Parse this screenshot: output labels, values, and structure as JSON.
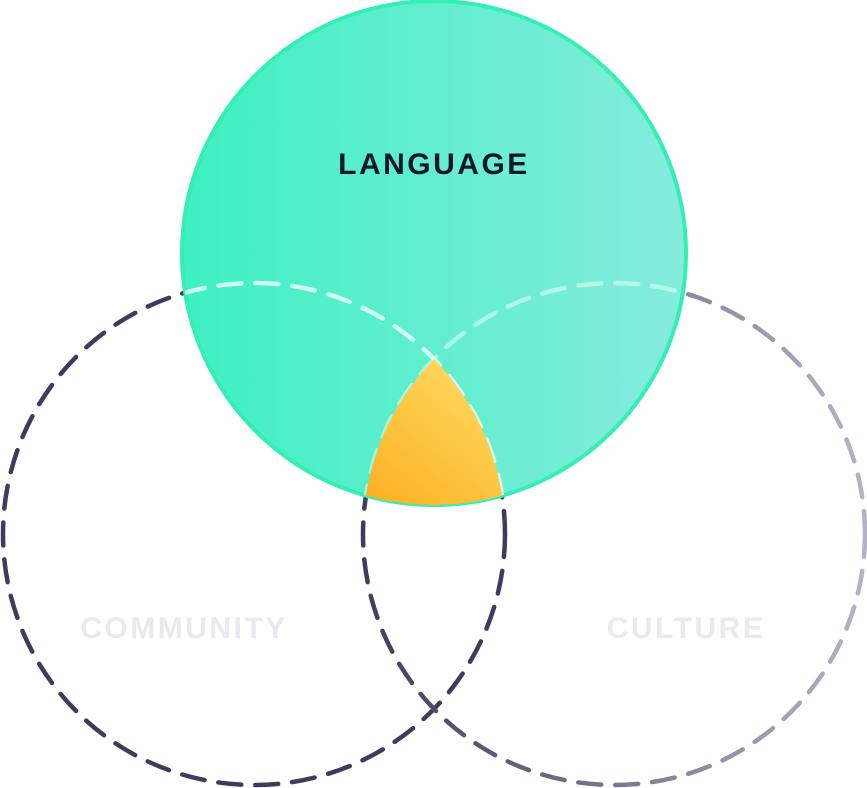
{
  "diagram": {
    "type": "venn",
    "sets": [
      {
        "id": "language",
        "label": "LANGUAGE",
        "state": "highlighted"
      },
      {
        "id": "community",
        "label": "COMMUNITY",
        "state": "dimmed"
      },
      {
        "id": "culture",
        "label": "CULTURE",
        "state": "dimmed"
      }
    ],
    "highlighted_region": [
      "language",
      "community",
      "culture"
    ],
    "colors": {
      "language_fill_start": "#3EF0C2",
      "language_fill_end": "#86ECDD",
      "language_stroke": "#33EFB6",
      "center_region_light": "#FFE06B",
      "center_region_dark": "#FBB021",
      "outline_dark": "#3E3B5E",
      "outline_light": "#B5B3C5",
      "dash_on_language": "#E6FFF9",
      "label_active": "#101828",
      "label_dimmed": "#E9E9F0"
    }
  }
}
